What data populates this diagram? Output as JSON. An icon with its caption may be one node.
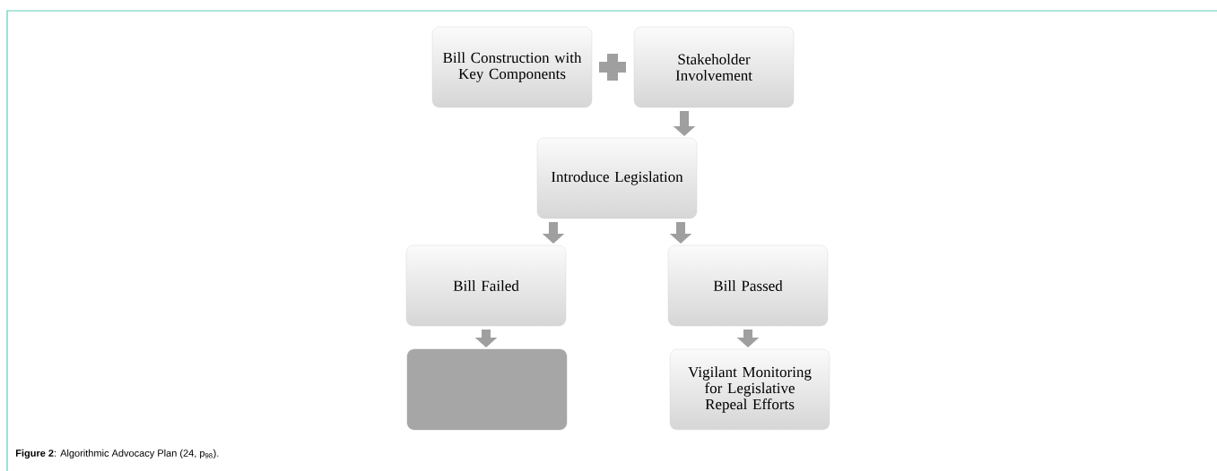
{
  "diagram": {
    "caption": "**Figure 2**: Algorithmic Advocacy Plan (24, p$_{98}$).",
    "nodes": [
      {
        "text": [
          "Bill Construction with Key Components"
        ]
      },
      {
        "text": [
          "Stakeholder Involvement"
        ]
      },
      {
        "text": [
          "Introduce Legislation"
        ]
      },
      {
        "text": [
          "Bill Failed"
        ]
      },
      {
        "text": [
          "Bill Passed"
        ]
      },
      {
        "text": [],
        "shape": "box"
      },
      {
        "text": [
          "Vigilant Monitoring for Legislative Repeal Efforts"
        ]
      }
    ],
    "edges": [
      {
        "from": 1,
        "to": 2,
        "arrow": "to"
      },
      {
        "from": 2,
        "to": 3,
        "arrow": "to"
      },
      {
        "from": 2,
        "to": 4,
        "arrow": "to"
      },
      {
        "from": 3,
        "to": 5,
        "arrow": "to"
      },
      {
        "from": 4,
        "to": 6,
        "arrow": "to"
      }
    ]
  }
}
